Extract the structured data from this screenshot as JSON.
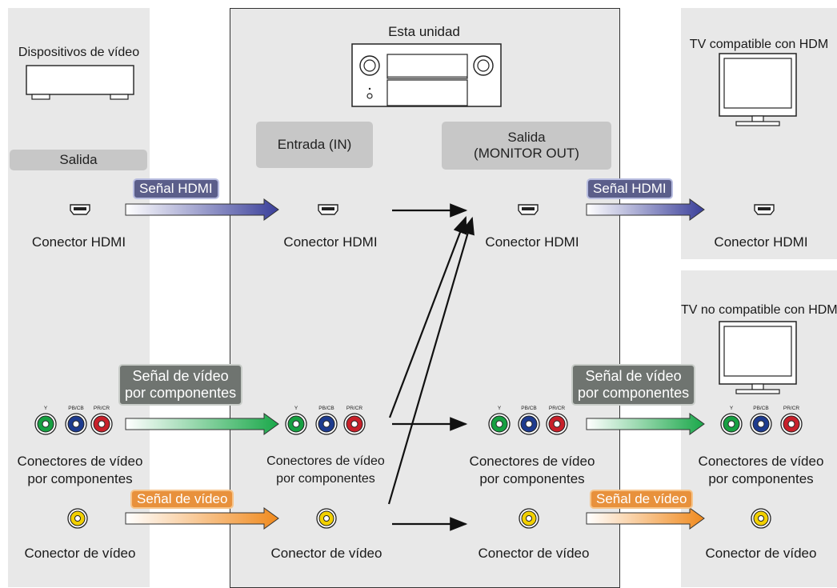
{
  "unit_title": "Esta unidad",
  "left": {
    "device_label": "Dispositivos de vídeo",
    "output_box": "Salida",
    "hdmi_connector": "Conector HDMI",
    "component_connector_l1": "Conectores de vídeo",
    "component_connector_l2": "por componentes",
    "video_connector": "Conector de vídeo"
  },
  "center": {
    "input_box": "Entrada (IN)",
    "output_box_l1": "Salida",
    "output_box_l2": "(MONITOR OUT)",
    "in_hdmi": "Conector HDMI",
    "in_component_l1": "Conectores de vídeo",
    "in_component_l2": "por componentes",
    "in_video": "Conector de vídeo",
    "out_hdmi": "Conector HDMI",
    "out_component_l1": "Conectores de vídeo",
    "out_component_l2": "por componentes",
    "out_video": "Conector de vídeo"
  },
  "right": {
    "tv_hdmi_label": "TV compatible con HDM",
    "tv_nohdmi_label": "TV no compatible con HDM",
    "hdmi_connector": "Conector HDMI",
    "component_connector_l1": "Conectores de vídeo",
    "component_connector_l2": "por componentes",
    "video_connector": "Conector de vídeo"
  },
  "signals": {
    "hdmi": "Señal HDMI",
    "component_l1": "Señal de vídeo",
    "component_l2": "por componentes",
    "video": "Señal de vídeo"
  },
  "jack_labels": {
    "y": "Y",
    "pb": "PB/CB",
    "pr": "PR/CR"
  },
  "colors": {
    "hdmi_arrow": "#3a3f9a",
    "component_arrow": "#1aa84a",
    "video_arrow": "#f08a1e",
    "jack_green": "#17a042",
    "jack_blue": "#1d3b8f",
    "jack_red": "#c8202a",
    "jack_yellow": "#f2d000"
  }
}
